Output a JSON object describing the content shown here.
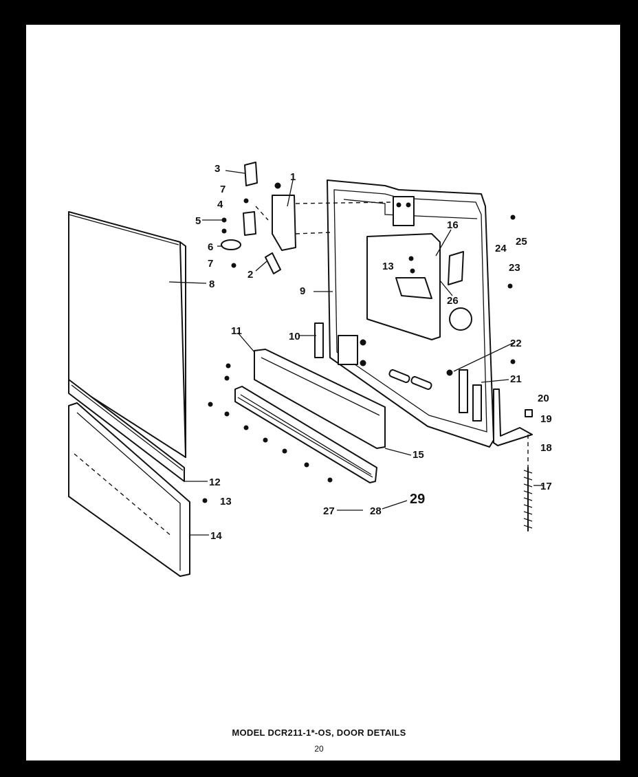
{
  "caption": "MODEL DCR211-1*-OS, DOOR DETAILS",
  "page_number": "20",
  "callouts": [
    "1",
    "2",
    "3",
    "4",
    "5",
    "6",
    "7",
    "7",
    "8",
    "9",
    "10",
    "11",
    "12",
    "13",
    "13",
    "14",
    "15",
    "16",
    "17",
    "18",
    "19",
    "20",
    "21",
    "22",
    "23",
    "24",
    "25",
    "26",
    "27",
    "28",
    "29"
  ],
  "colors": {
    "ink": "#111111",
    "paper": "#ffffff",
    "border": "#000000"
  }
}
